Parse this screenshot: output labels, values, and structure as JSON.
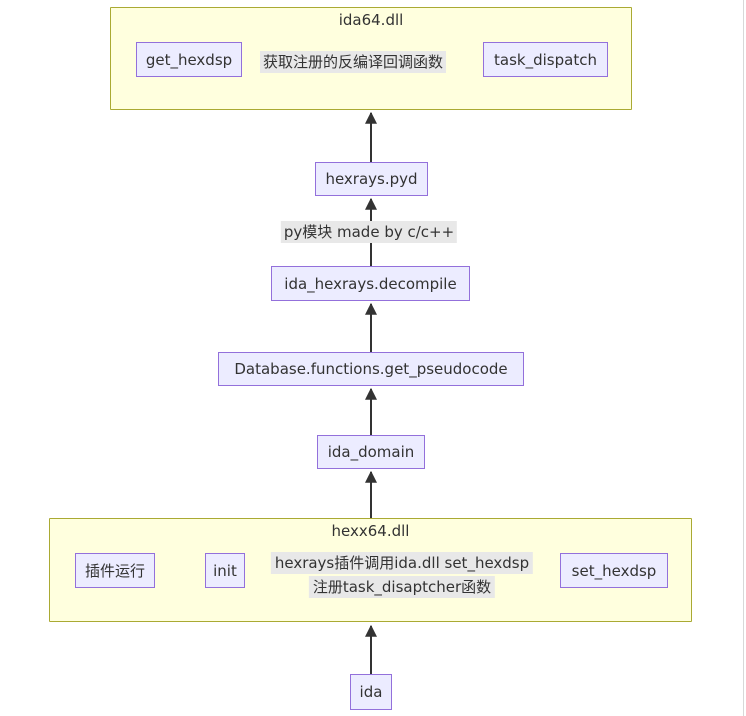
{
  "colors": {
    "node_fill": "#ececff",
    "node_border": "#9370db",
    "container_fill": "#ffffde",
    "container_border": "#aaaa33",
    "edge_label_bg": "#e8e8e8",
    "edge_color": "#333333",
    "text_color": "#333333",
    "page_bg": "#ffffff"
  },
  "diagram": {
    "type": "flowchart",
    "direction": "bottom-to-top",
    "containers": [
      {
        "id": "ida64",
        "label": "ida64.dll"
      },
      {
        "id": "hexx64",
        "label": "hexx64.dll"
      }
    ],
    "nodes": {
      "get_hexdsp": "get_hexdsp",
      "task_dispatch": "task_dispatch",
      "hexrays_pyd": "hexrays.pyd",
      "ida_hexrays_decompile": "ida_hexrays.decompile",
      "database_get_pseudocode": "Database.functions.get_pseudocode",
      "ida_domain": "ida_domain",
      "plugin_run": "插件运行",
      "init": "init",
      "set_hexdsp": "set_hexdsp",
      "ida": "ida"
    },
    "edges": [
      {
        "from": "get_hexdsp",
        "to": "task_dispatch",
        "label": "获取注册的反编译回调函数"
      },
      {
        "from": "hexrays.pyd",
        "to": "ida64.dll",
        "label": ""
      },
      {
        "from": "ida_hexrays.decompile",
        "to": "hexrays.pyd",
        "label": "py模块 made by c/c++"
      },
      {
        "from": "Database.functions.get_pseudocode",
        "to": "ida_hexrays.decompile",
        "label": ""
      },
      {
        "from": "ida_domain",
        "to": "Database.functions.get_pseudocode",
        "label": ""
      },
      {
        "from": "hexx64.dll",
        "to": "ida_domain",
        "label": ""
      },
      {
        "from": "插件运行",
        "to": "init",
        "label": ""
      },
      {
        "from": "init",
        "to": "set_hexdsp",
        "label_lines": [
          "hexrays插件调用ida.dll set_hexdsp",
          "注册task_disaptcher函数"
        ]
      },
      {
        "from": "ida",
        "to": "hexx64.dll",
        "label": ""
      }
    ]
  }
}
